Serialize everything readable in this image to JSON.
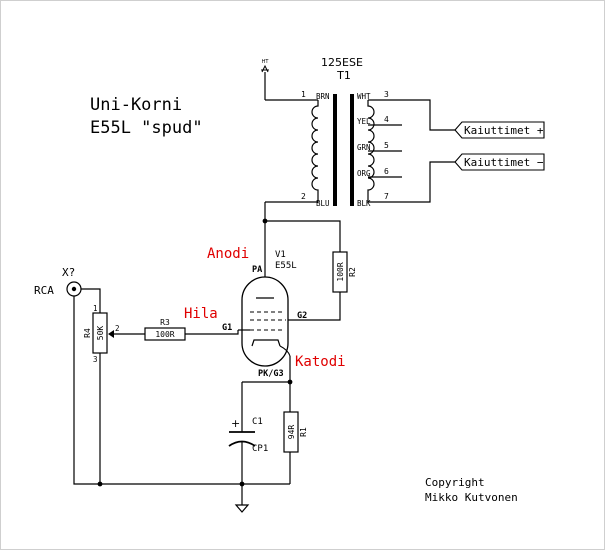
{
  "title": {
    "line1": "Uni-Korni",
    "line2": "E55L \"spud\""
  },
  "copyright": {
    "line1": "Copyright",
    "line2": "Mikko Kutvonen"
  },
  "transformer": {
    "model": "125ESE",
    "ref": "T1",
    "primary_pins": [
      {
        "num": "1",
        "color": "BRN"
      },
      {
        "num": "2",
        "color": "BLU"
      }
    ],
    "secondary_pins": [
      {
        "num": "3",
        "color": "WHT"
      },
      {
        "num": "4",
        "color": "YEL"
      },
      {
        "num": "5",
        "color": "GRN"
      },
      {
        "num": "6",
        "color": "ORG"
      },
      {
        "num": "7",
        "color": "BLK"
      }
    ]
  },
  "ht_label": "HT",
  "ports": {
    "plus": "Kaiuttimet +",
    "minus": "Kaiuttimet −"
  },
  "tube": {
    "ref": "V1",
    "model": "E55L",
    "pa": "PA",
    "g1": "G1",
    "g2": "G2",
    "pk": "PK/G3"
  },
  "annotations": {
    "anode": "Anodi",
    "grid": "Hila",
    "cathode": "Katodi"
  },
  "r2": {
    "value": "100R",
    "ref": "R2"
  },
  "r3": {
    "ref": "R3",
    "value": "100R"
  },
  "r4": {
    "ref": "R4",
    "value": "50K",
    "pin1": "1",
    "pin2": "2",
    "pin3": "3"
  },
  "r1": {
    "value": "94R",
    "ref": "R1"
  },
  "c1": {
    "ref": "C1",
    "name": "CP1",
    "plus": "+"
  },
  "rca": {
    "label": "RCA",
    "ref": "X?"
  },
  "colors": {
    "wire": "#000000",
    "annotation": "#e00000",
    "background": "#ffffff",
    "frame": "#cfcfcf"
  }
}
